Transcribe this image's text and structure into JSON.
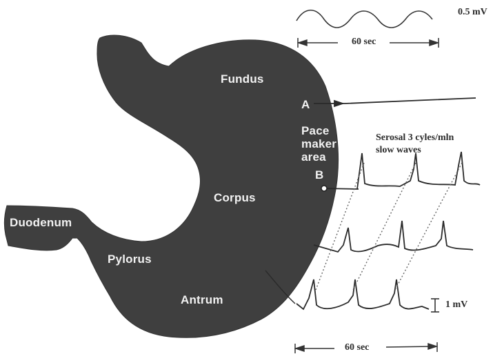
{
  "labels": {
    "fundus": "Fundus",
    "point_a": "A",
    "pacemaker_line1": "Pace",
    "pacemaker_line2": "maker",
    "pacemaker_line3": "area",
    "point_b": "B",
    "corpus": "Corpus",
    "duodenum": "Duodenum",
    "pylorus": "Pylorus",
    "antrum": "Antrum"
  },
  "annotations": {
    "top_amplitude": "0.5 mV",
    "top_duration": "60 sec",
    "serosal_line1": "Serosal 3 cyles/mln",
    "serosal_line2": "slow waves",
    "bottom_amplitude": "1 mV",
    "bottom_duration": "60 sec"
  },
  "colors": {
    "stomach": "#3f3f3f",
    "trace": "#2a2a2a",
    "label_text": "#f2f2f2"
  }
}
